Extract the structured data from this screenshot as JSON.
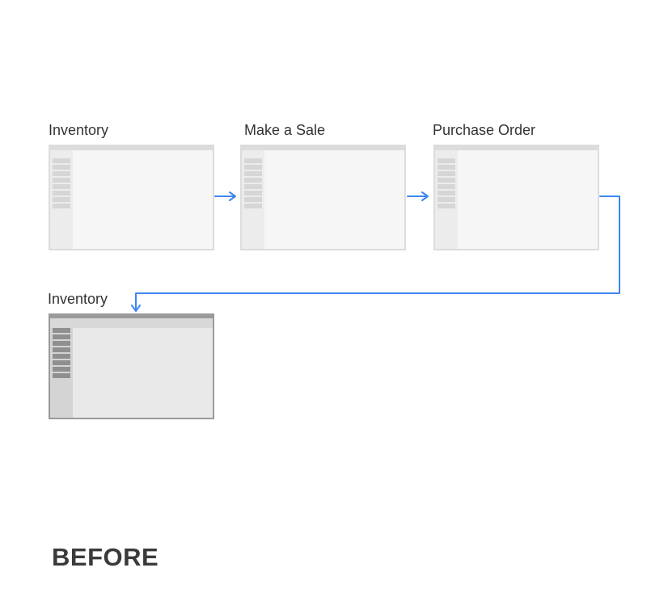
{
  "screens": [
    {
      "label": "Inventory"
    },
    {
      "label": "Make a Sale"
    },
    {
      "label": "Purchase Order"
    },
    {
      "label": "Inventory"
    }
  ],
  "caption": "BEFORE",
  "colors": {
    "arrow": "#3d85f0",
    "wire_border": "#dcdcdc",
    "wire_dark_border": "#9a9a9a"
  }
}
